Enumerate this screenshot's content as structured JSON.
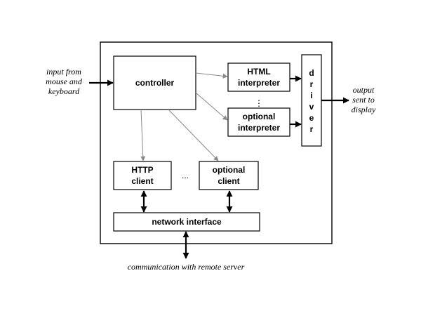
{
  "components": {
    "controller": "controller",
    "html_interpreter": [
      "HTML",
      "interpreter"
    ],
    "optional_interpreter": [
      "optional",
      "interpreter"
    ],
    "driver": [
      "d",
      "r",
      "i",
      "v",
      "e",
      "r"
    ],
    "http_client": [
      "HTTP",
      "client"
    ],
    "optional_client": [
      "optional",
      "client"
    ],
    "network_interface": "network interface"
  },
  "ellipsis": {
    "vertical": "⋮",
    "horizontal": "..."
  },
  "external": {
    "input": [
      "input from",
      "mouse and",
      "keyboard"
    ],
    "output": [
      "output",
      "sent to",
      "display"
    ],
    "communication": "communication with remote server"
  }
}
